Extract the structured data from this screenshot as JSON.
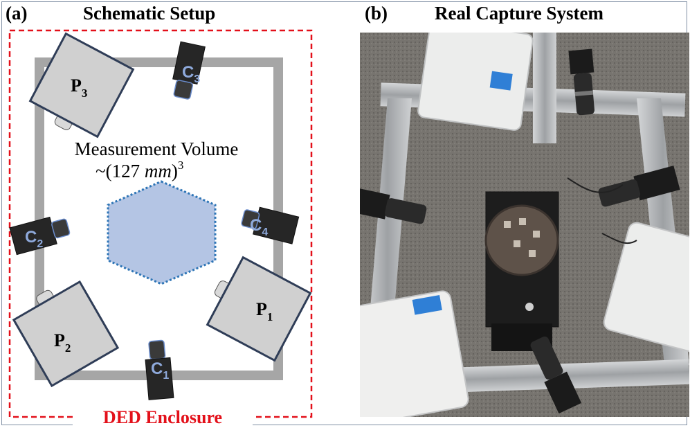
{
  "panel_a": {
    "tag": "(a)",
    "title": "Schematic Setup",
    "volume_label_line1": "Measurement Volume",
    "volume_label_prefix": "~(127 ",
    "volume_label_unit": "mm",
    "volume_label_suffix": ")",
    "volume_label_exp": "3",
    "enclosure_label": "DED Enclosure",
    "projectors": [
      {
        "letter": "P",
        "sub": "1"
      },
      {
        "letter": "P",
        "sub": "2"
      },
      {
        "letter": "P",
        "sub": "3"
      }
    ],
    "cameras": [
      {
        "letter": "C",
        "sub": "1"
      },
      {
        "letter": "C",
        "sub": "2"
      },
      {
        "letter": "C",
        "sub": "3"
      },
      {
        "letter": "C",
        "sub": "4"
      }
    ]
  },
  "panel_b": {
    "tag": "(b)",
    "title": "Real Capture System"
  },
  "colors": {
    "enclosure": "#e3101a",
    "frame_gray": "#a6a6a6",
    "volume_fill": "#b4c5e4",
    "volume_border": "#2e75b6",
    "camera_label": "#8ea9db"
  }
}
